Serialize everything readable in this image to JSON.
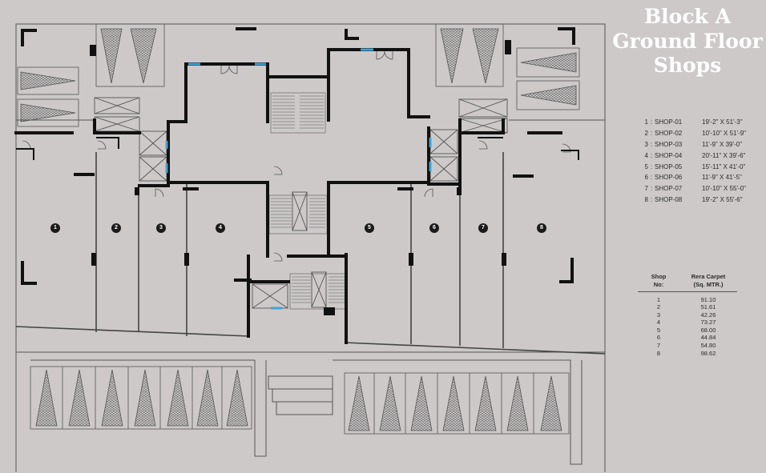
{
  "title": {
    "line1": "Block A",
    "line2": "Ground Floor",
    "line3": "Shops"
  },
  "shop_dimensions": [
    {
      "num": "1",
      "name": "SHOP-01",
      "size": "19'-2\" X 51'-3\""
    },
    {
      "num": "2",
      "name": "SHOP-02",
      "size": "10'-10\" X 51'-9\""
    },
    {
      "num": "3",
      "name": "SHOP-03",
      "size": "11'-9\" X 39'-0\""
    },
    {
      "num": "4",
      "name": "SHOP-04",
      "size": "20'-11\" X 39'-6\""
    },
    {
      "num": "5",
      "name": "SHOP-05",
      "size": "15'-11\" X 41'-0\""
    },
    {
      "num": "6",
      "name": "SHOP-06",
      "size": "11'-9\" X 41'-5\""
    },
    {
      "num": "7",
      "name": "SHOP-07",
      "size": "10'-10\" X 55'-0\""
    },
    {
      "num": "8",
      "name": "SHOP-08",
      "size": "19'-2\" X 55'-6\""
    }
  ],
  "rera_table": {
    "header_shop_line1": "Shop",
    "header_shop_line2": "No:",
    "header_area_line1": "Rera Carpet",
    "header_area_line2": "(Sq. MTR.)",
    "rows": [
      {
        "shop": "1",
        "area": "91.10"
      },
      {
        "shop": "2",
        "area": "51.61"
      },
      {
        "shop": "3",
        "area": "42.26"
      },
      {
        "shop": "4",
        "area": "73.27"
      },
      {
        "shop": "5",
        "area": "68.00"
      },
      {
        "shop": "6",
        "area": "44.84"
      },
      {
        "shop": "7",
        "area": "54.80"
      },
      {
        "shop": "8",
        "area": "98.62"
      }
    ]
  },
  "plan_labels": [
    "1",
    "2",
    "3",
    "4",
    "5",
    "6",
    "7",
    "8"
  ],
  "colors": {
    "background": "#cdc9c9",
    "wall": "#111111",
    "line": "#555555",
    "marker": "#1a1a1a",
    "window": "#3fa4d8"
  }
}
